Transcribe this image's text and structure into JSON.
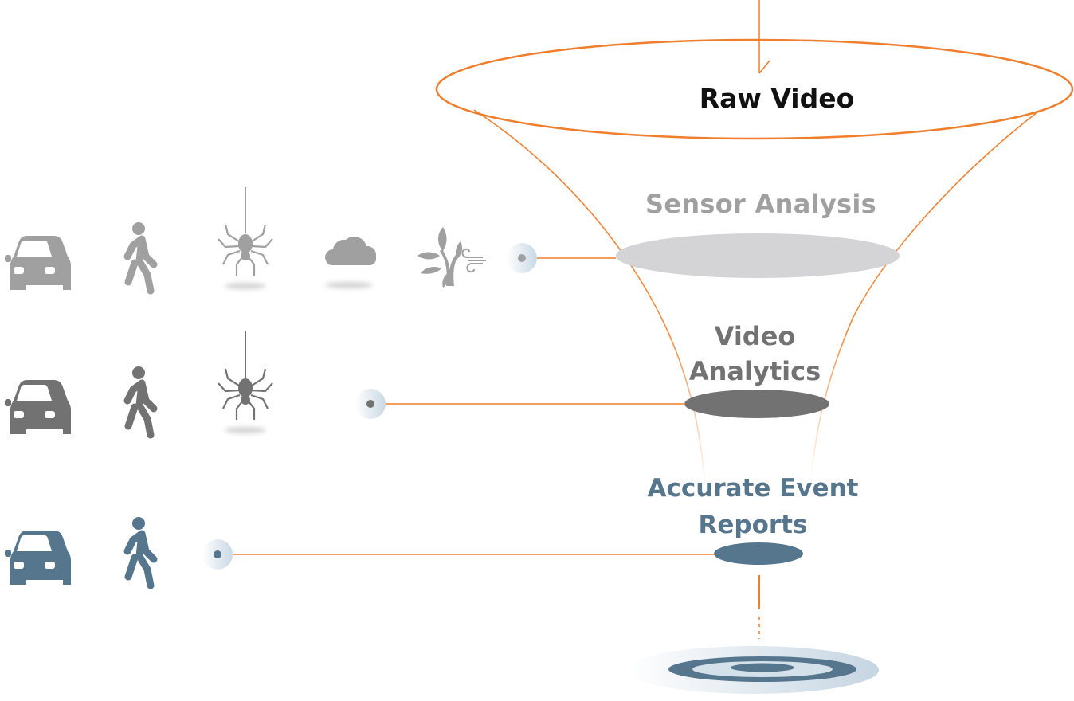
{
  "diagram": {
    "title_stage": "Raw Video",
    "stages": [
      {
        "id": "sensor",
        "label_lines": [
          "Sensor Analysis"
        ],
        "color": "#a0a0a0",
        "disc_color": "#d4d4d6"
      },
      {
        "id": "video",
        "label_lines": [
          "Video",
          "Analytics"
        ],
        "color": "#727272",
        "disc_color": "#727272"
      },
      {
        "id": "accurate",
        "label_lines": [
          "Accurate Event",
          "Reports"
        ],
        "color": "#56768e",
        "disc_color": "#56768e"
      }
    ],
    "rows": [
      {
        "stage": "sensor",
        "icon_color": "#a0a0a0",
        "icons": [
          "car-icon",
          "pedestrian-icon",
          "spider-icon",
          "cloud-icon",
          "tree-wind-icon"
        ]
      },
      {
        "stage": "video",
        "icon_color": "#727272",
        "icons": [
          "car-icon",
          "pedestrian-icon",
          "spider-icon"
        ]
      },
      {
        "stage": "accurate",
        "icon_color": "#56768e",
        "icons": [
          "car-icon",
          "pedestrian-icon"
        ]
      }
    ],
    "colors": {
      "funnel_stroke": "#f07f2d",
      "target_dark": "#56768e",
      "target_light": "#d5e1ea",
      "connector_dot_bg": "#d4dfe8"
    }
  }
}
